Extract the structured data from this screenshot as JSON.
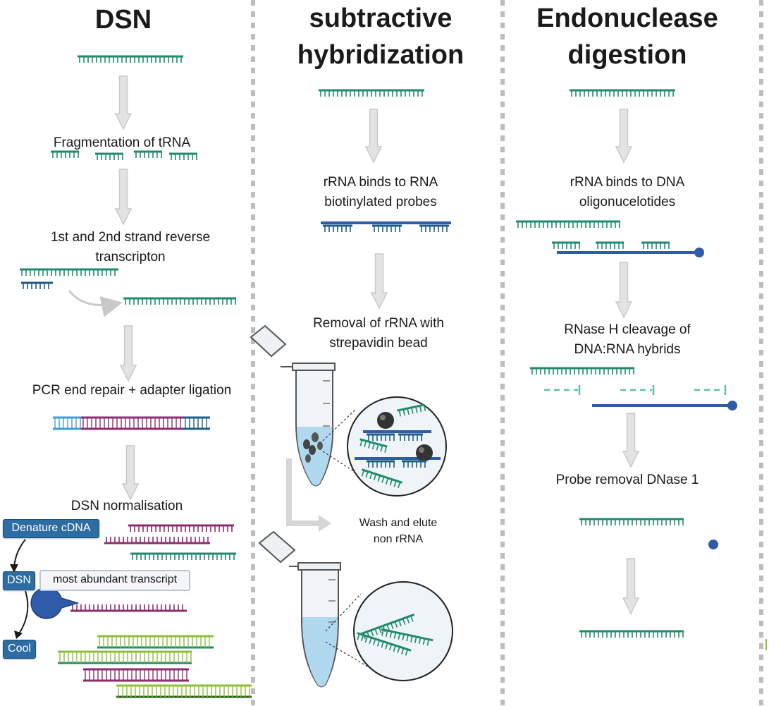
{
  "columns": {
    "dsn": {
      "title": "DSN",
      "step_fragmentation": "Fragmentation of tRNA",
      "step_rt_line1": "1st  and 2nd strand reverse",
      "step_rt_line2": "transcripton",
      "step_pcr": "PCR end repair + adapter ligation",
      "step_normalisation": "DSN normalisation",
      "box_denature": "Denature cDNA",
      "box_dsn": "DSN",
      "box_abundant": "most abundant transcript",
      "box_cool": "Cool"
    },
    "subtractive": {
      "title_line1": "subtractive",
      "title_line2": "hybridization",
      "step_bind_line1": "rRNA binds to RNA",
      "step_bind_line2": "biotinylated probes",
      "step_removal_line1": "Removal of rRNA with",
      "step_removal_line2": "strepavidin bead",
      "step_wash_line1": "Wash and elute",
      "step_wash_line2": "non rRNA"
    },
    "endonuclease": {
      "title_line1": "Endonuclease",
      "title_line2": "digestion",
      "step_bind_line1": "rRNA binds to DNA",
      "step_bind_line2": "oligonucelotides",
      "step_cleavage_line1": "RNase H cleavage of",
      "step_cleavage_line2": "DNA:RNA hybrids",
      "step_probe_removal": "Probe removal DNase 1"
    }
  },
  "colors": {
    "rna_green": "#1f8a6e",
    "dna_blue": "#2f5ca8",
    "dark_blue": "#1e5c8a",
    "light_blue": "#3d9fd3",
    "magenta": "#8e2c6e",
    "lime": "#8fbf3a",
    "arrow_gray": "#d6d6d6",
    "divider_gray": "#bdbdbd",
    "tube_liquid": "#a9d6ee"
  }
}
